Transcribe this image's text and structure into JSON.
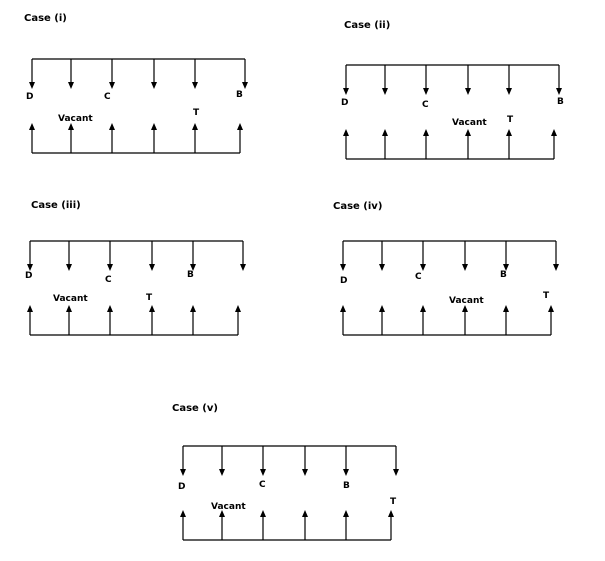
{
  "cases": [
    {
      "title": "Case (i)",
      "labels": {
        "D": "D",
        "C": "C",
        "B": "B",
        "T": "T",
        "vacant": "Vacant"
      }
    },
    {
      "title": "Case (ii)",
      "labels": {
        "D": "D",
        "C": "C",
        "B": "B",
        "T": "T",
        "vacant": "Vacant"
      }
    },
    {
      "title": "Case (iii)",
      "labels": {
        "D": "D",
        "C": "C",
        "B": "B",
        "T": "T",
        "vacant": "Vacant"
      }
    },
    {
      "title": "Case (iv)",
      "labels": {
        "D": "D",
        "C": "C",
        "B": "B",
        "T": "T",
        "vacant": "Vacant"
      }
    },
    {
      "title": "Case (v)",
      "labels": {
        "D": "D",
        "C": "C",
        "B": "B",
        "T": "T",
        "vacant": "Vacant"
      }
    }
  ]
}
